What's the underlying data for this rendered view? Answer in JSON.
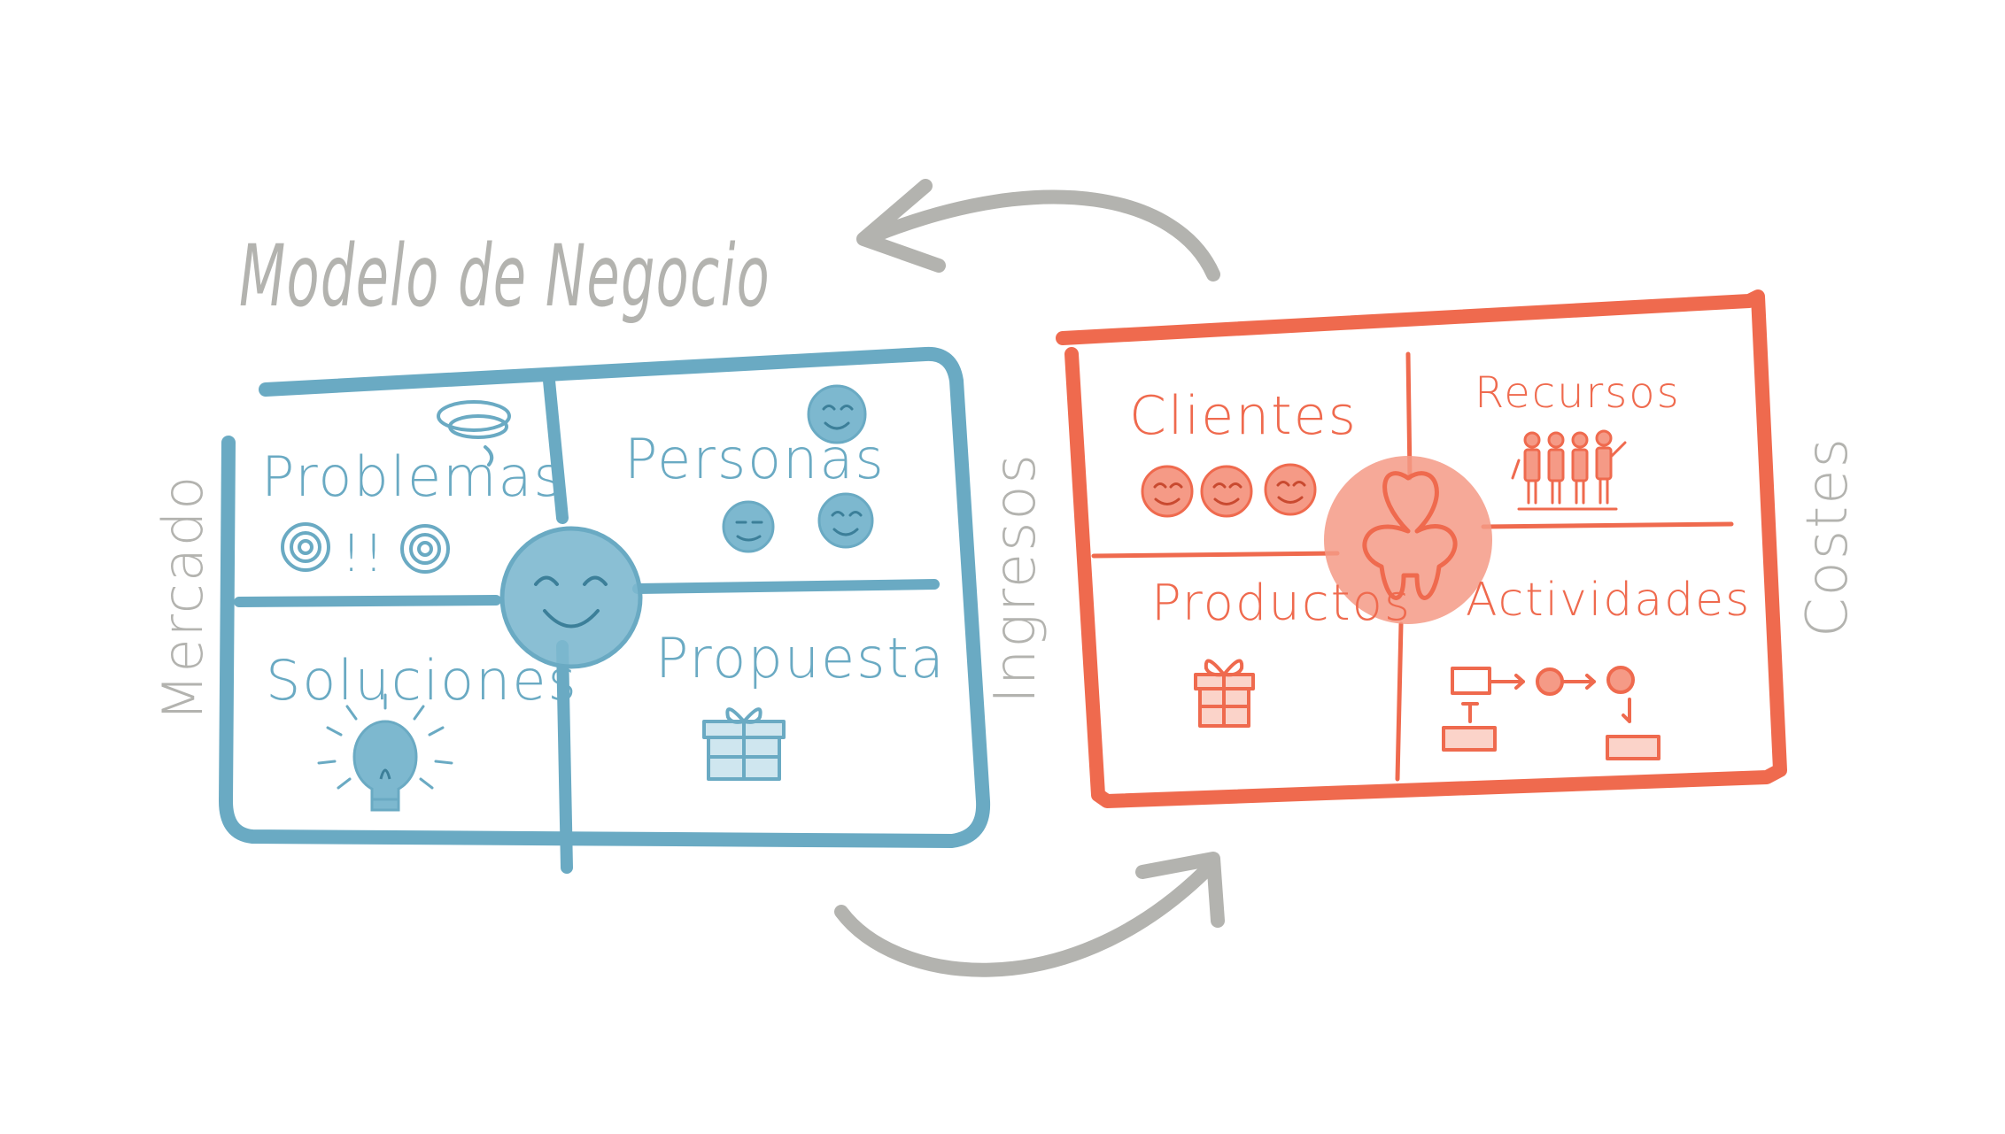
{
  "title": "Modelo de Negocio",
  "colors": {
    "market": "#6aaac3",
    "market_fill": "#7db8cf",
    "operations": "#ef6a4e",
    "operations_fill": "#f59a86",
    "arrows": "#b3b3af",
    "title": "#b3b3af"
  },
  "market_canvas": {
    "side_label": "Mercado",
    "quadrants": {
      "top_left": {
        "label": "Problemas",
        "icon": "spiral-exclamation-icon",
        "marks": "!!"
      },
      "top_right": {
        "label": "Personas",
        "icon": "smiley-faces-icon"
      },
      "bottom_left": {
        "label": "Soluciones",
        "icon": "lightbulb-icon"
      },
      "bottom_right": {
        "label": "Propuesta",
        "icon": "gift-icon"
      }
    },
    "center_icon": "smiley-face-icon"
  },
  "operations_canvas": {
    "left_label": "Ingresos",
    "right_label": "Costes",
    "quadrants": {
      "top_left": {
        "label": "Clientes",
        "icon": "smiley-faces-icon"
      },
      "top_right": {
        "label": "Recursos",
        "icon": "people-icon"
      },
      "bottom_left": {
        "label": "Productos",
        "icon": "gift-icon"
      },
      "bottom_right": {
        "label": "Actividades",
        "icon": "process-flow-icon"
      }
    },
    "center_icon": "clover-icon"
  },
  "arrows": [
    {
      "name": "arrow-operations-to-market",
      "icon": "curved-arrow-left-icon"
    },
    {
      "name": "arrow-market-to-operations",
      "icon": "curved-arrow-right-icon"
    }
  ]
}
